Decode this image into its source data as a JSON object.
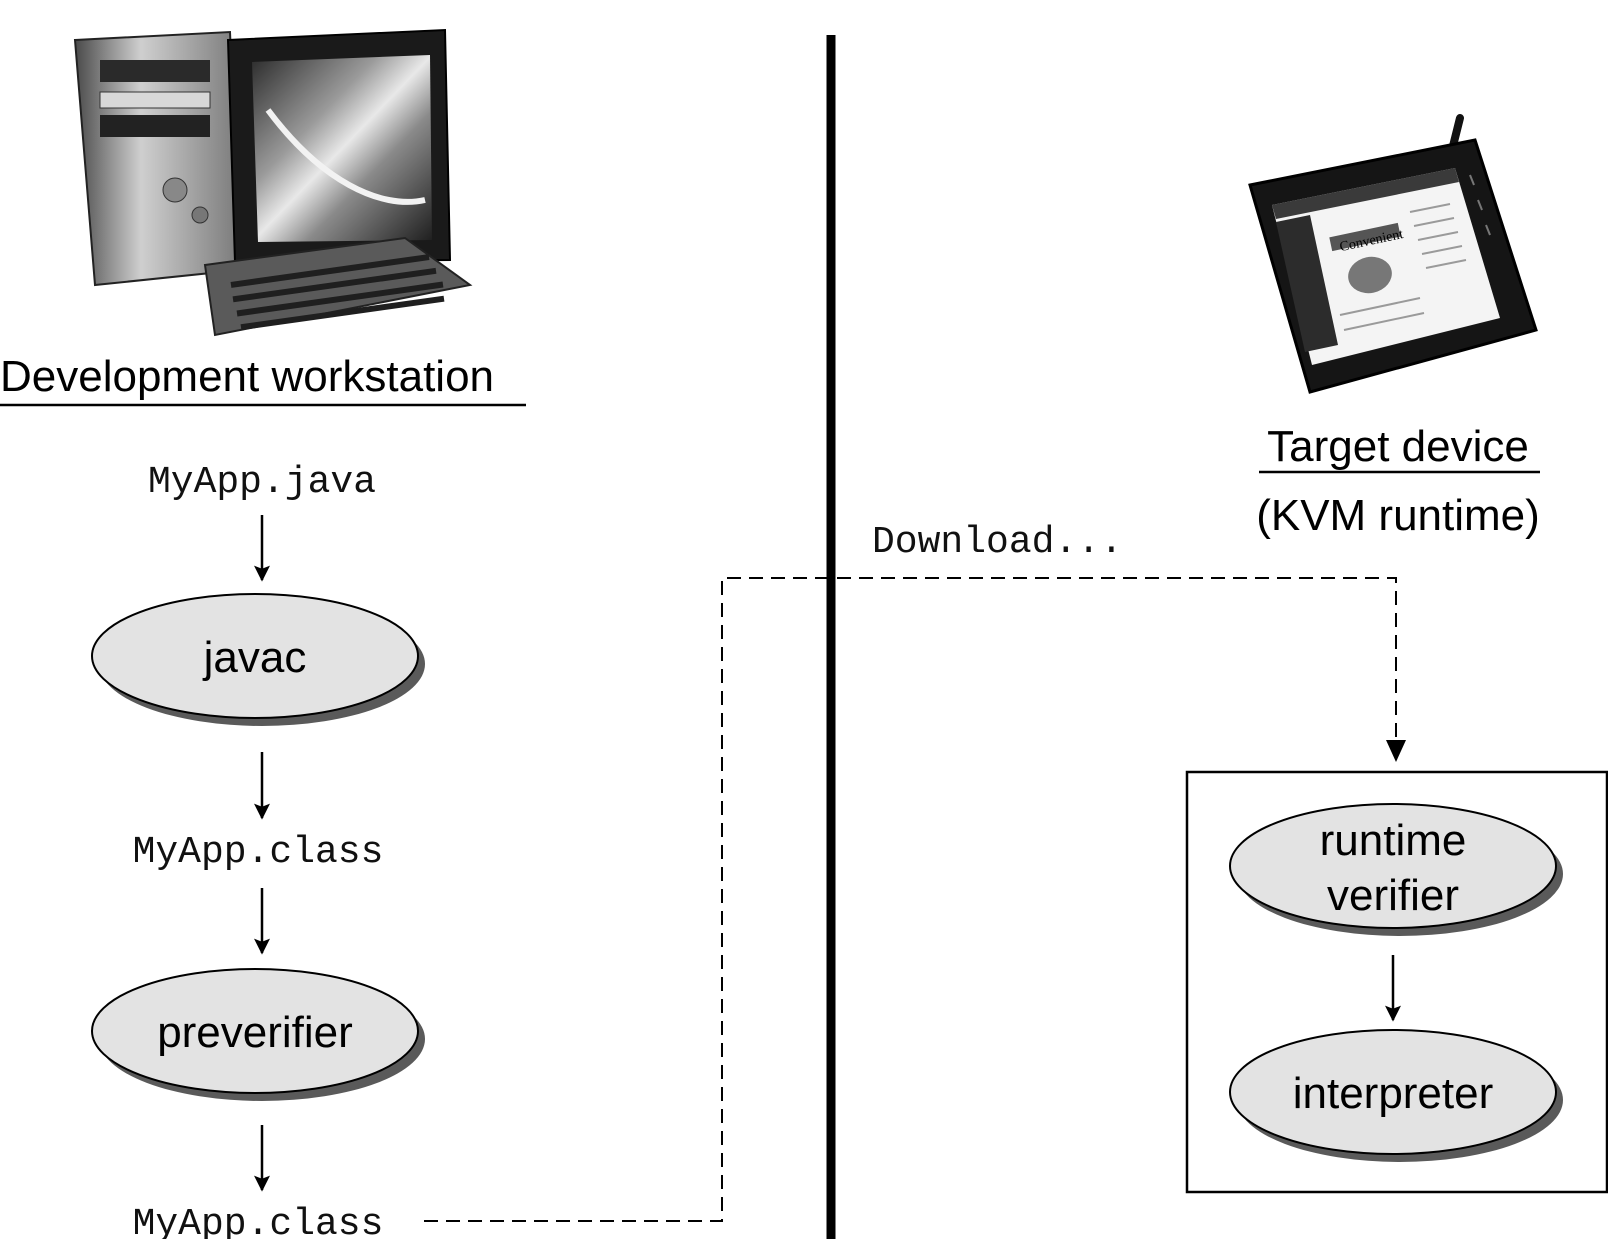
{
  "workstation": {
    "heading": "Development workstation",
    "icon": "desktop-computer-icon",
    "source_file": "MyApp.java",
    "compiler": "javac",
    "class_file": "MyApp.class",
    "preverifier": "preverifier",
    "preverified_class_file": "MyApp.class"
  },
  "device": {
    "heading": "Target device",
    "subheading": "(KVM runtime)",
    "icon": "tablet-device-icon",
    "verifier_line1": "runtime",
    "verifier_line2": "verifier",
    "interpreter": "interpreter"
  },
  "transfer": {
    "label": "Download..."
  }
}
